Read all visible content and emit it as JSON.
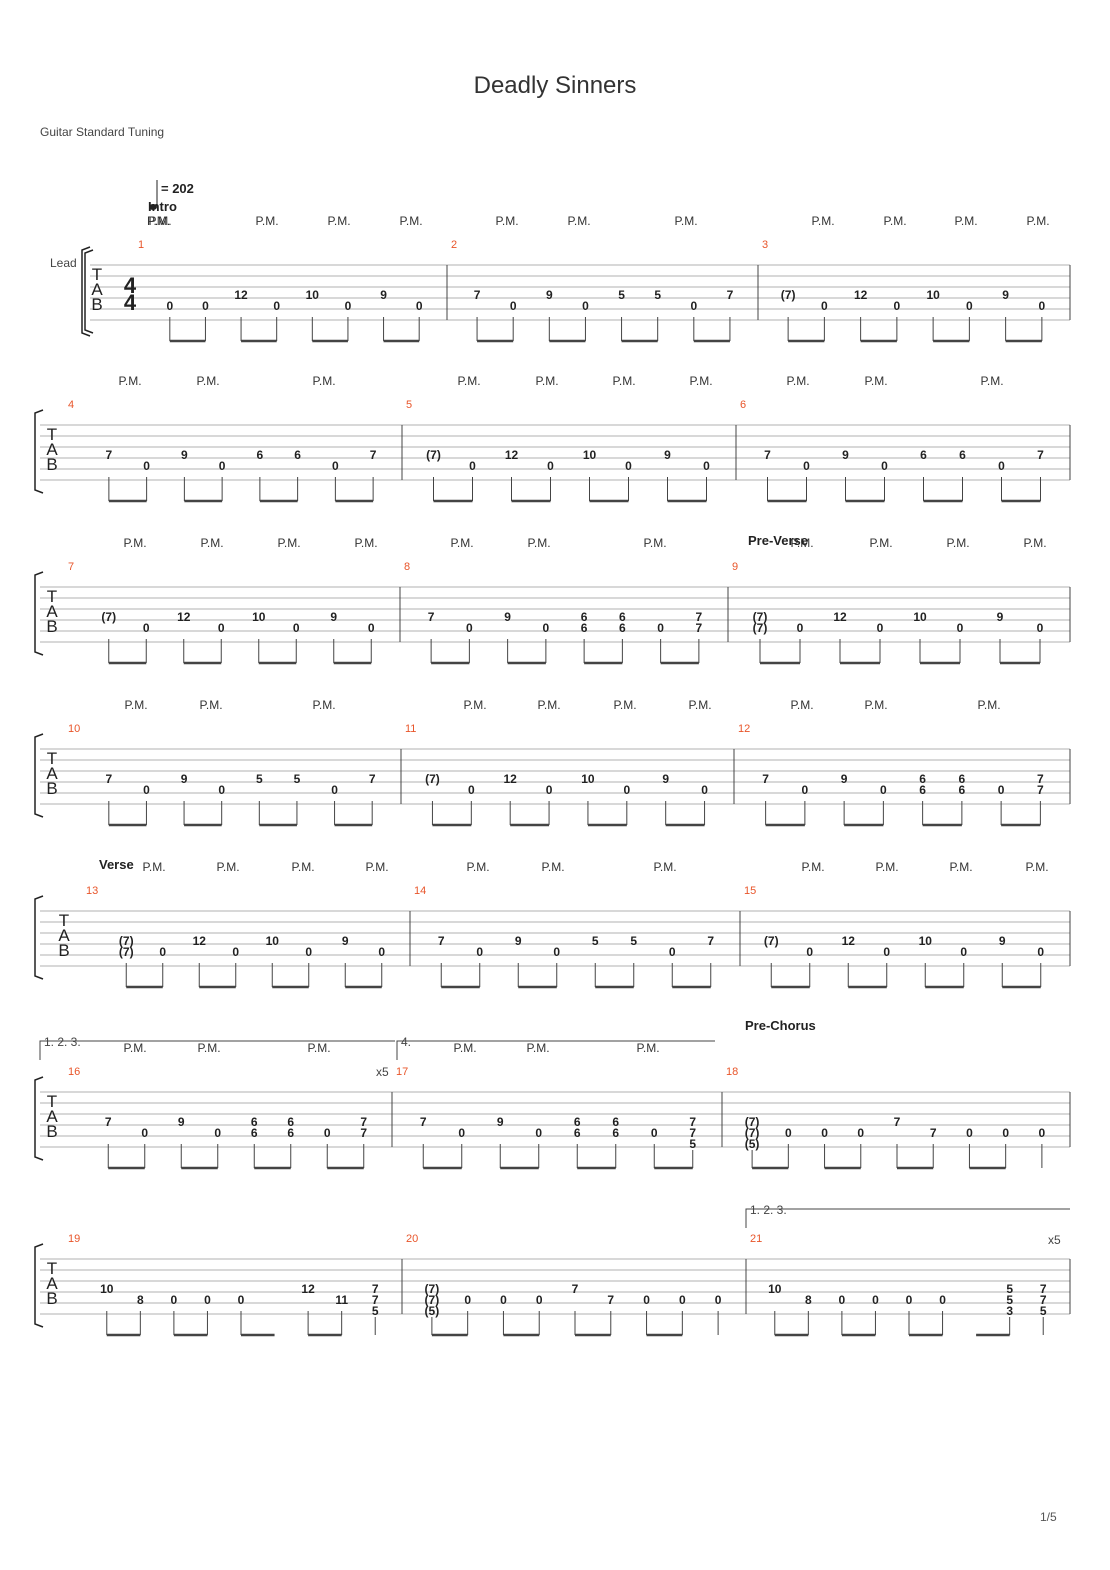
{
  "title": "Deadly Sinners",
  "tuning": "Guitar Standard Tuning",
  "track_name": "Lead",
  "tempo": "= 202",
  "time_signature": [
    "4",
    "4"
  ],
  "tab_letters": [
    "T",
    "A",
    "B"
  ],
  "palm_mute": "P.M.",
  "ending_1": "1. 2. 3.",
  "ending_2": "4.",
  "repeat_count": "x5",
  "page_number": "1/5",
  "sections": [
    "Intro",
    "Pre-Verse",
    "Verse",
    "Pre-Chorus"
  ],
  "measures": [
    {
      "n": "1",
      "a": [
        "",
        "",
        "12",
        "",
        "10",
        "",
        "9",
        ""
      ],
      "b": [
        "0",
        "0",
        "",
        "0",
        "",
        "0",
        "",
        "0"
      ]
    },
    {
      "n": "2",
      "a": [
        "7",
        "",
        "9",
        "",
        "5",
        "5",
        "",
        "7"
      ],
      "b": [
        "",
        "0",
        "",
        "0",
        "",
        "",
        "0",
        ""
      ]
    },
    {
      "n": "3",
      "a": [
        "(7)",
        "",
        "12",
        "",
        "10",
        "",
        "9",
        ""
      ],
      "b": [
        "",
        "0",
        "",
        "0",
        "",
        "0",
        "",
        "0"
      ]
    },
    {
      "n": "4",
      "a": [
        "7",
        "",
        "9",
        "",
        "6",
        "6",
        "",
        "7"
      ],
      "b": [
        "",
        "0",
        "",
        "0",
        "",
        "",
        "0",
        ""
      ]
    },
    {
      "n": "5",
      "a": [
        "(7)",
        "",
        "12",
        "",
        "10",
        "",
        "9",
        ""
      ],
      "b": [
        "",
        "0",
        "",
        "0",
        "",
        "0",
        "",
        "0"
      ]
    },
    {
      "n": "6",
      "a": [
        "7",
        "",
        "9",
        "",
        "6",
        "6",
        "",
        "7"
      ],
      "b": [
        "",
        "0",
        "",
        "0",
        "",
        "",
        "0",
        ""
      ]
    },
    {
      "n": "7",
      "a": [
        "(7)",
        "",
        "12",
        "",
        "10",
        "",
        "9",
        ""
      ],
      "b": [
        "",
        "0",
        "",
        "0",
        "",
        "0",
        "",
        "0"
      ]
    },
    {
      "n": "8",
      "a": [
        "7",
        "",
        "9",
        "",
        "6",
        "6",
        "",
        "7"
      ],
      "b": [
        "",
        "0",
        "",
        "0",
        "6",
        "6",
        "0",
        "7"
      ]
    },
    {
      "n": "9",
      "a": [
        "(7)",
        "",
        "12",
        "",
        "10",
        "",
        "9",
        ""
      ],
      "b": [
        "(7)",
        "0",
        "",
        "0",
        "",
        "0",
        "",
        "0"
      ]
    },
    {
      "n": "10",
      "a": [
        "7",
        "",
        "9",
        "",
        "5",
        "5",
        "",
        "7"
      ],
      "b": [
        "",
        "0",
        "",
        "0",
        "",
        "",
        "0",
        ""
      ]
    },
    {
      "n": "11",
      "a": [
        "(7)",
        "",
        "12",
        "",
        "10",
        "",
        "9",
        ""
      ],
      "b": [
        "",
        "0",
        "",
        "0",
        "",
        "0",
        "",
        "0"
      ]
    },
    {
      "n": "12",
      "a": [
        "7",
        "",
        "9",
        "",
        "6",
        "6",
        "",
        "7"
      ],
      "b": [
        "",
        "0",
        "",
        "0",
        "6",
        "6",
        "0",
        "7"
      ]
    },
    {
      "n": "13",
      "a": [
        "(7)",
        "",
        "12",
        "",
        "10",
        "",
        "9",
        ""
      ],
      "b": [
        "(7)",
        "0",
        "",
        "0",
        "",
        "0",
        "",
        "0"
      ]
    },
    {
      "n": "14",
      "a": [
        "7",
        "",
        "9",
        "",
        "5",
        "5",
        "",
        "7"
      ],
      "b": [
        "",
        "0",
        "",
        "0",
        "",
        "",
        "0",
        ""
      ]
    },
    {
      "n": "15",
      "a": [
        "(7)",
        "",
        "12",
        "",
        "10",
        "",
        "9",
        ""
      ],
      "b": [
        "",
        "0",
        "",
        "0",
        "",
        "0",
        "",
        "0"
      ]
    },
    {
      "n": "16",
      "a": [
        "7",
        "",
        "9",
        "",
        "6",
        "6",
        "",
        "7"
      ],
      "b": [
        "",
        "0",
        "",
        "0",
        "6",
        "6",
        "0",
        "7"
      ]
    },
    {
      "n": "17",
      "a": [
        "7",
        "",
        "9",
        "",
        "6",
        "6",
        "",
        "7"
      ],
      "b": [
        "",
        "0",
        "",
        "0",
        "6",
        "6",
        "0",
        "7"
      ],
      "c": [
        "",
        "",
        "",
        "",
        "",
        "",
        "",
        "5"
      ]
    },
    {
      "n": "18",
      "a": [
        "(7)",
        "",
        "",
        "",
        "7",
        "",
        "",
        ""
      ],
      "b": [
        "(7)",
        "0",
        "0",
        "0",
        "",
        "7",
        "0",
        "0",
        "0"
      ],
      "c": [
        "(5)"
      ]
    },
    {
      "n": "19",
      "a": [
        "10",
        "",
        "",
        "",
        "",
        "",
        "12",
        "",
        "7"
      ],
      "b": [
        "",
        "8",
        "0",
        "0",
        "0",
        "",
        "",
        "11",
        "7"
      ],
      "c": [
        "",
        "",
        "",
        "",
        "",
        "",
        "",
        "",
        "5"
      ]
    },
    {
      "n": "20",
      "a": [
        "(7)",
        "",
        "",
        "",
        "7",
        "",
        "",
        ""
      ],
      "b": [
        "(7)",
        "0",
        "0",
        "0",
        "",
        "7",
        "0",
        "0",
        "0"
      ],
      "c": [
        "(5)"
      ]
    },
    {
      "n": "21",
      "a": [
        "10",
        "",
        "",
        "",
        "",
        "",
        "",
        "5",
        "7"
      ],
      "b": [
        "",
        "8",
        "0",
        "0",
        "0",
        "0",
        "",
        "5",
        "7"
      ],
      "c": [
        "",
        "",
        "",
        "",
        "",
        "",
        "",
        "3",
        "5"
      ]
    }
  ]
}
